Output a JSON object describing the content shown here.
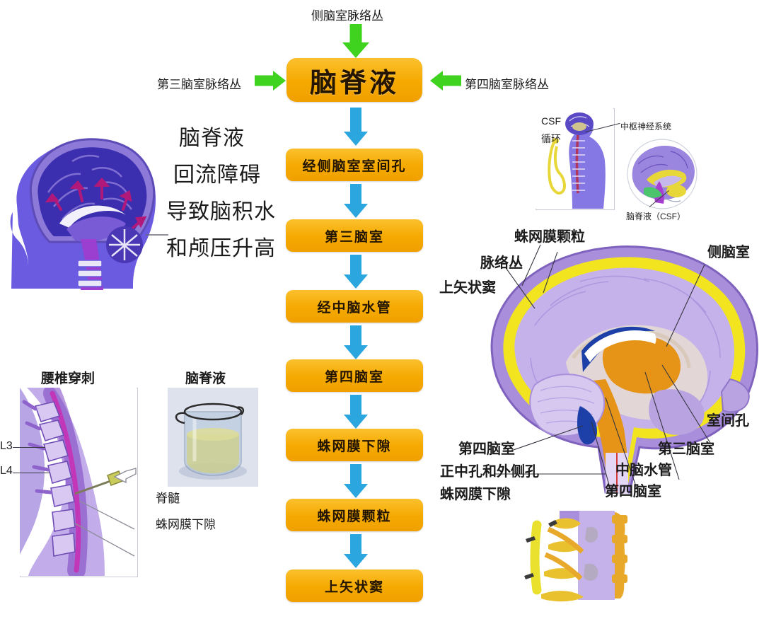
{
  "flow": {
    "source_top": "侧脑室脉络丛",
    "source_left": "第三脑室脉络丛",
    "source_right": "第四脑室脉络丛",
    "main_box": "脑脊液",
    "steps": [
      "经侧脑室室间孔",
      "第三脑室",
      "经中脑水管",
      "第四脑室",
      "蛛网膜下隙",
      "蛛网膜颗粒",
      "上矢状窦"
    ]
  },
  "left_note": {
    "lines": [
      "脑脊液",
      "回流障碍",
      "导致脑积水",
      "和颅压升高"
    ]
  },
  "head_panel": {
    "name": "sagittal-head-illustration"
  },
  "csf_inset": {
    "title_line1": "CSF",
    "title_line2": "循环",
    "label_cns": "中枢神经系统",
    "label_csf": "脑脊液（CSF）"
  },
  "brain_section": {
    "labels": {
      "arachnoid_granulation": "蛛网膜颗粒",
      "choroid_plexus": "脉络丛",
      "superior_sagittal_sinus": "上矢状窦",
      "lateral_ventricle": "侧脑室",
      "interventricular_foramen": "室间孔",
      "third_ventricle": "第三脑室",
      "cerebral_aqueduct": "中脑水管",
      "fourth_ventricle_right": "第四脑室",
      "fourth_ventricle_left": "第四脑室",
      "median_lateral_apertures": "正中孔和外侧孔",
      "subarachnoid_space": "蛛网膜下隙"
    }
  },
  "lumbar_panel": {
    "title": "腰椎穿刺",
    "vertebra_l3": "L3",
    "vertebra_l4": "L4",
    "label_spinal_cord": "脊髓",
    "label_subarachnoid": "蛛网膜下隙"
  },
  "beaker_panel": {
    "title": "脑脊液"
  },
  "colors": {
    "box_amber": "#F5A900",
    "arrow_blue": "#2BA6DE",
    "arrow_green": "#3FD21F",
    "brain_purple": "#B9A6E0",
    "csf_yellow": "#F2E520",
    "ventricle_orange": "#E59418",
    "dura_violet": "#9B7FD4"
  }
}
